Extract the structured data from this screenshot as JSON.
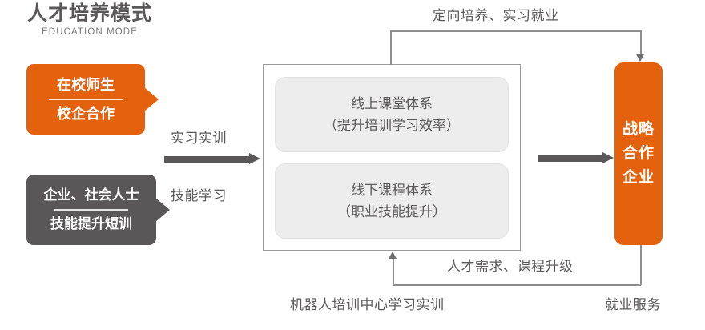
{
  "title": {
    "main": "人才培养模式",
    "sub": "EDUCATION MODE"
  },
  "colors": {
    "orange": "#E4620E",
    "gray": "#595757",
    "text": "#5A5858",
    "card_fill": "#EDEDED",
    "line": "#8D8D8D"
  },
  "left_callouts": [
    {
      "id": "students",
      "line1": "在校师生",
      "line2": "校企合作",
      "color": "#E4620E"
    },
    {
      "id": "workers",
      "line1": "企业、社会人士",
      "line2": "技能提升短训",
      "color": "#595757"
    }
  ],
  "mid_labels": {
    "above_arrow": "实习实训",
    "below_arrow": "技能学习"
  },
  "center": {
    "cards": [
      {
        "line1": "线上课堂体系",
        "line2": "（提升培训学习效率）"
      },
      {
        "line1": "线下课程体系",
        "line2": "（职业技能提升）"
      }
    ],
    "caption": "机器人培训中心学习实训"
  },
  "partner": {
    "line1": "战略",
    "line2": "合作",
    "line3": "企业",
    "caption": "就业服务"
  },
  "flows": {
    "top": "定向培养、实习就业",
    "bottom": "人才需求、课程升级"
  }
}
